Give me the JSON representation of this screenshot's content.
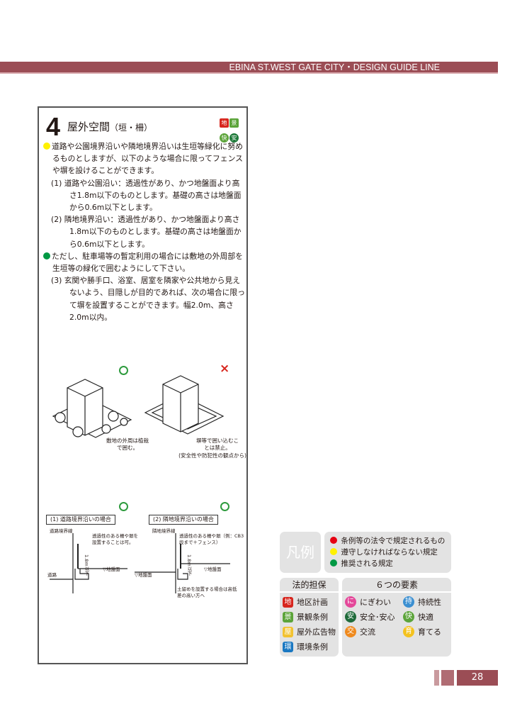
{
  "header": {
    "title": "EBINA ST.WEST GATE CITY・DESIGN GUIDE LINE"
  },
  "section": {
    "number": "4",
    "title": "屋外空間",
    "subtitle": "（垣・柵）",
    "badges": [
      {
        "label": "地",
        "color": "#d7261e"
      },
      {
        "label": "景",
        "color": "#5ca43a"
      },
      {
        "label": "快",
        "color": "#5ca43a"
      },
      {
        "label": "安",
        "color": "#1f7a3a"
      }
    ],
    "p1": "道路や公園境界沿いや隣地境界沿いは生垣等緑化に努めるものとしますが、以下のような場合に限ってフェンスや塀を設けることができます。",
    "s1": "(1) 道路や公園沿い：透過性があり、かつ地盤面より高さ1.8m以下のものとします。基礎の高さは地盤面から0.6m以下とします。",
    "s2": "(2) 隣地境界沿い：透過性があり、かつ地盤面より高さ1.8m以下のものとします。基礎の高さは地盤面から0.6m以下とします。",
    "p2": "ただし、駐車場等の暫定利用の場合には敷地の外周部を生垣等の緑化で囲むようにして下さい。",
    "s3": "(3) 玄関や勝手口、浴室、居室を隣家や公共地から見えないよう、目隠しが目的であれば、次の場合に限って塀を設置することができます。幅2.0m、高さ2.0m以内。"
  },
  "figures": {
    "ok_mark": "○",
    "ng_mark": "×",
    "cap1": "敷地の外周は植栽で囲む。",
    "cap2": "塀等で囲い込むことは禁止。",
    "cap2b": "(安全性や防犯性の観点から)",
    "label1": "(1) 道路境界沿いの場合",
    "label2": "(2) 隣地境界沿いの場合",
    "d1_line": "道路境界線",
    "d1_note": "透過性のある柵や塀を設置することは可。",
    "d1_h": "1.8m以下",
    "d1_gl": "▽地盤面",
    "d1_road": "道路",
    "d2_line": "隣地境界線",
    "d2_note": "透過性のある柵や塀（例：CB3段まで＋フェンス）",
    "d2_h": "1.8m以下",
    "d2_gl1": "▽地盤面",
    "d2_gl2": "▽地盤面",
    "d2_wall": "土留めを設置する場合は高低差の高い方へ"
  },
  "legend": {
    "title": "凡例",
    "rules": [
      {
        "color": "#e60012",
        "text": "条例等の法令で規定されるもの"
      },
      {
        "color": "#fff100",
        "text": "遵守しなければならない規定"
      },
      {
        "color": "#009944",
        "text": "推奨される規定"
      }
    ],
    "legal_title": "法的担保",
    "legal": [
      {
        "icon": "地",
        "color": "#d7261e",
        "text": "地区計画"
      },
      {
        "icon": "景",
        "color": "#5ca43a",
        "text": "景観条例"
      },
      {
        "icon": "屋",
        "color": "#f2c230",
        "text": "屋外広告物"
      },
      {
        "icon": "環",
        "color": "#1a78c2",
        "text": "環境条例"
      }
    ],
    "elements_title": "６つの要素",
    "elements": [
      {
        "icon": "に",
        "color": "#e4489a",
        "text": "にぎわい"
      },
      {
        "icon": "持",
        "color": "#3b8fd1",
        "text": "持続性"
      },
      {
        "icon": "安",
        "color": "#1f6b3a",
        "text": "安全･安心"
      },
      {
        "icon": "快",
        "color": "#5ca43a",
        "text": "快適"
      },
      {
        "icon": "交",
        "color": "#ef8a1e",
        "text": "交流"
      },
      {
        "icon": "育",
        "color": "#f4c21f",
        "text": "育てる"
      }
    ]
  },
  "footer": {
    "page": "28"
  }
}
